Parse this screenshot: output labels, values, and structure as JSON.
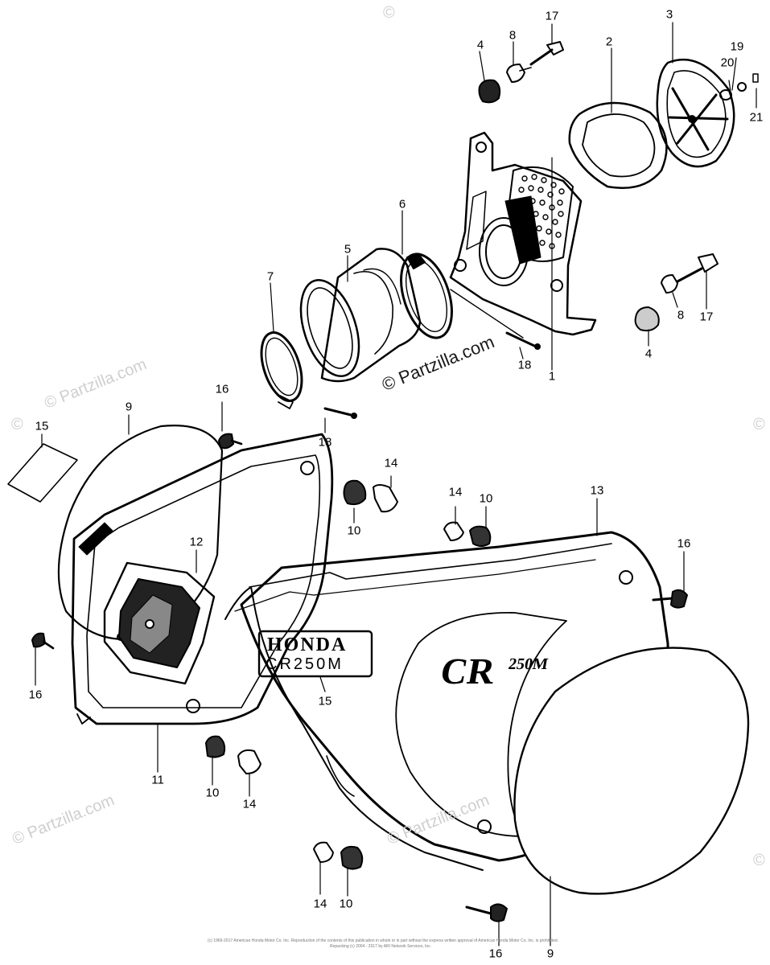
{
  "watermark": {
    "main": "© Partzilla.com",
    "ghost_1": "© Partzilla.com",
    "ghost_2": "© Partzilla.com",
    "ghost_3": "© Partzilla.com",
    "ghost_4": "©",
    "ghost_5": "©",
    "ghost_6": "©",
    "ghost_7": "©"
  },
  "decal_honda": "HONDA",
  "decal_model": "CR250M",
  "cover_logo_big": "CR",
  "cover_logo_small": "250M",
  "footer": {
    "line_1": "(c) 1969-2017 American Honda Motor Co. Inc. Reproduction of the contents of this publication in whole or in part without the express written approval of American Honda Motor Co. Inc. is prohibited.",
    "line_2": "Repacking (c) 2004 - 2017 by ARI Network Services, Inc."
  },
  "callouts": {
    "c1": "1",
    "c2": "2",
    "c3": "3",
    "c4a": "4",
    "c4b": "4",
    "c5": "5",
    "c6": "6",
    "c7": "7",
    "c8a": "8",
    "c8b": "8",
    "c9a": "9",
    "c9b": "9",
    "c10a": "10",
    "c10b": "10",
    "c10c": "10",
    "c10d": "10",
    "c11": "11",
    "c12": "12",
    "c13": "13",
    "c14a": "14",
    "c14b": "14",
    "c14c": "14",
    "c14d": "14",
    "c15a": "15",
    "c15b": "15",
    "c16a": "16",
    "c16b": "16",
    "c16c": "16",
    "c16d": "16",
    "c17a": "17",
    "c17b": "17",
    "c18a": "18",
    "c18b": "18",
    "c19": "19",
    "c20": "20",
    "c21": "21"
  }
}
